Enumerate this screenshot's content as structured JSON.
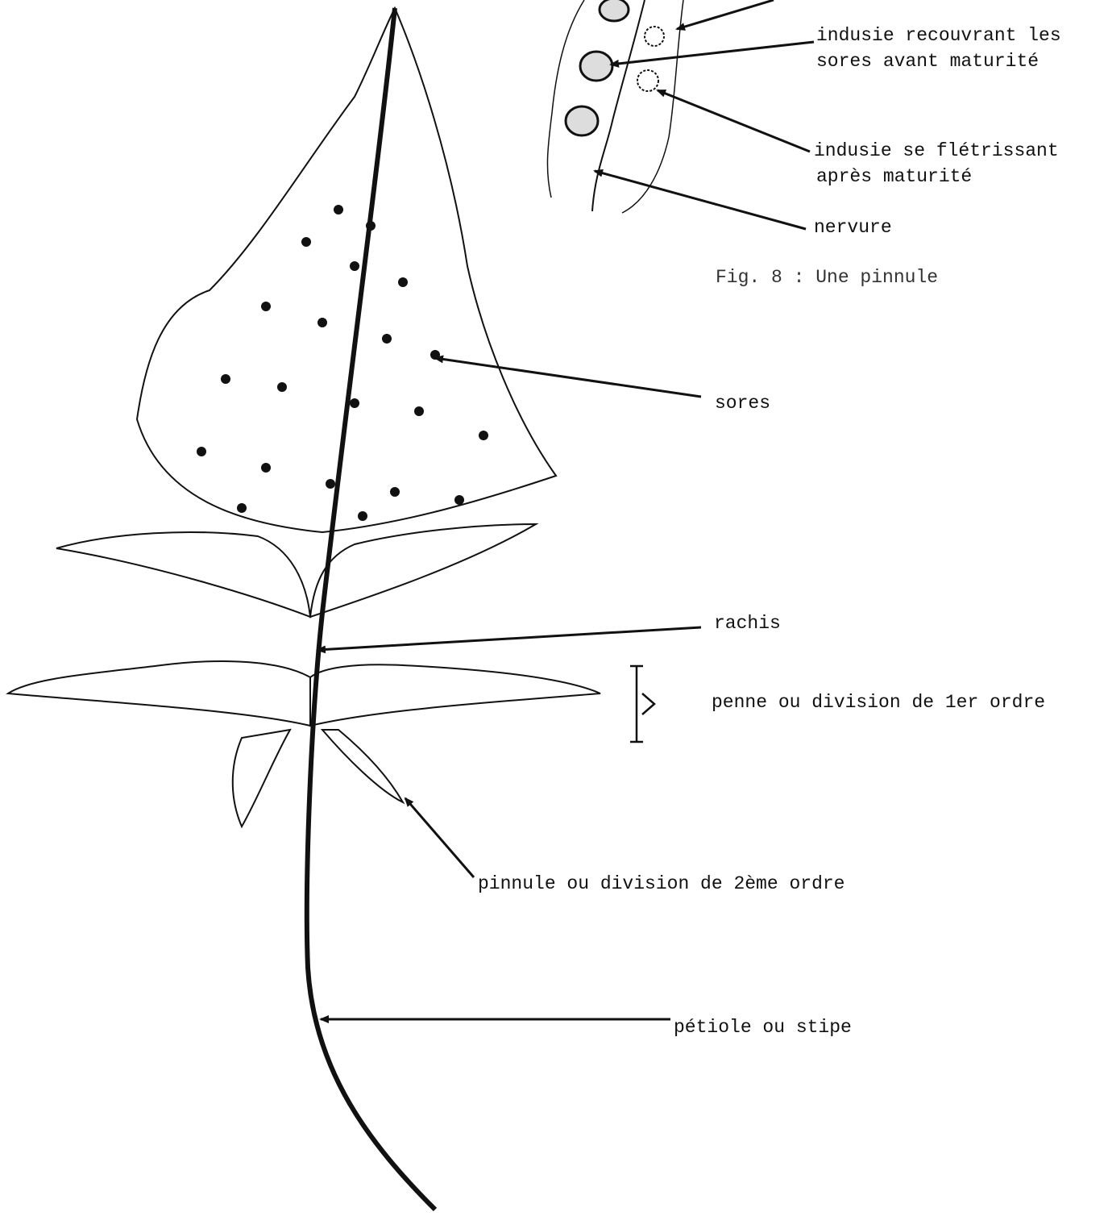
{
  "inset": {
    "labels": {
      "indusie_recouvrant_line1": "indusie recouvrant les",
      "indusie_recouvrant_line2": "sores avant maturité",
      "indusie_fletrissant_line1": "indusie se flétrissant",
      "indusie_fletrissant_line2": "après maturité",
      "nervure": "nervure"
    },
    "caption": "Fig. 8 : Une pinnule"
  },
  "frond": {
    "labels": {
      "sores": "sores",
      "rachis": "rachis",
      "penne": "penne ou division de 1er ordre",
      "pinnule": "pinnule ou division de 2ème ordre",
      "petiole": "pétiole ou stipe"
    }
  },
  "colors": {
    "ink": "#111111",
    "paper": "#ffffff"
  }
}
